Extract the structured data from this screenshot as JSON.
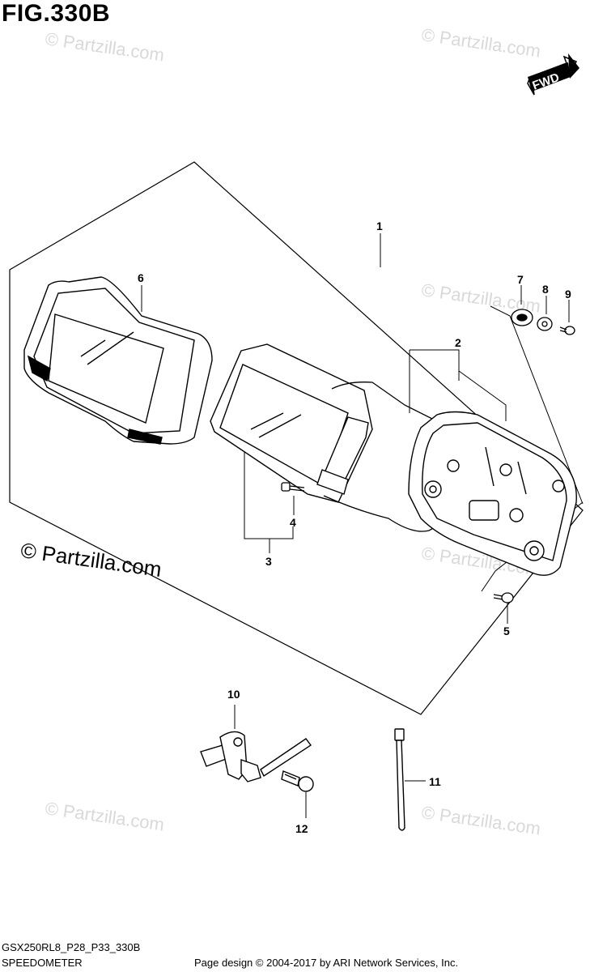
{
  "figure": {
    "title": "FIG.330B",
    "fwd_label": "FWD",
    "model_code": "GSX250RL8_P28_P33_330B",
    "section_name": "SPEEDOMETER",
    "page_credit": "Page design © 2004-2017 by ARI Network Services, Inc.",
    "copyright": "© Partzilla.com",
    "watermark": "© Partzilla.com"
  },
  "callouts": [
    {
      "id": "1",
      "label": "1"
    },
    {
      "id": "2",
      "label": "2"
    },
    {
      "id": "3",
      "label": "3"
    },
    {
      "id": "4",
      "label": "4"
    },
    {
      "id": "5",
      "label": "5"
    },
    {
      "id": "6",
      "label": "6"
    },
    {
      "id": "7",
      "label": "7"
    },
    {
      "id": "8",
      "label": "8"
    },
    {
      "id": "9",
      "label": "9"
    },
    {
      "id": "10",
      "label": "10"
    },
    {
      "id": "11",
      "label": "11"
    },
    {
      "id": "12",
      "label": "12"
    }
  ]
}
